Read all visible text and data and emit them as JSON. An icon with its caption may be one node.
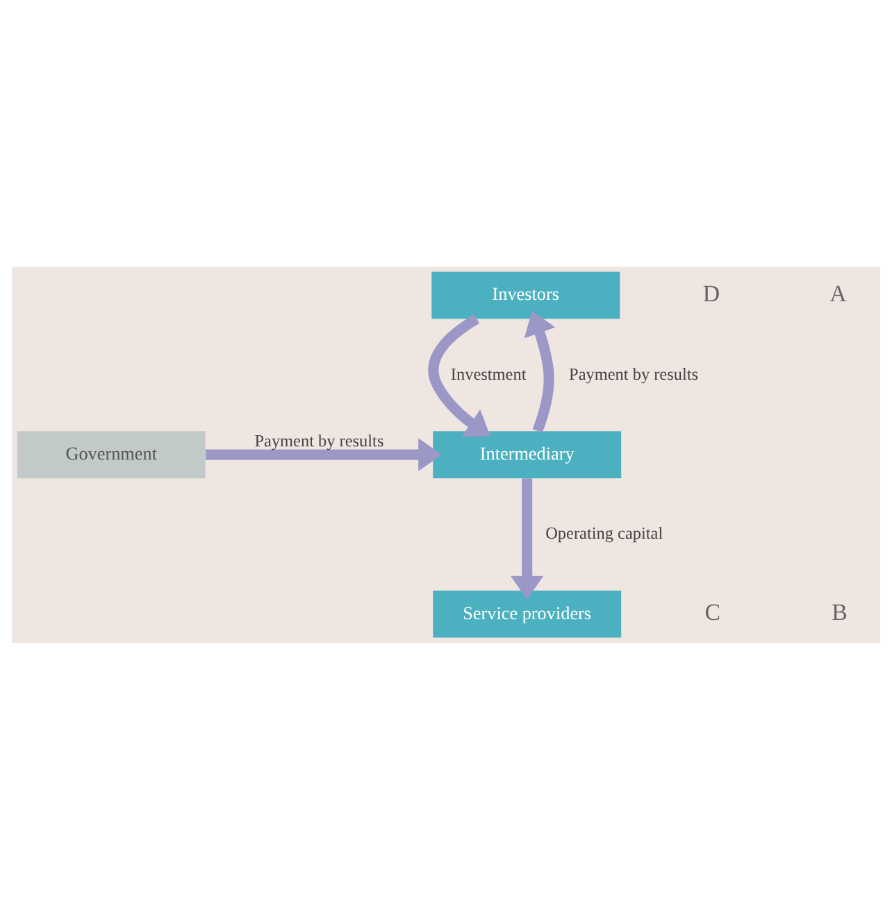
{
  "diagram": {
    "nodes": [
      {
        "text": [
          "Investors"
        ]
      },
      {
        "text": [
          "Government"
        ]
      },
      {
        "text": [
          "Intermediary"
        ]
      },
      {
        "text": [
          "Service providers"
        ]
      }
    ],
    "edges": [
      {
        "from": 0,
        "to": 2,
        "arrow": "to",
        "label": "Investment"
      },
      {
        "from": 2,
        "to": 0,
        "arrow": "to",
        "label": "Payment by results"
      },
      {
        "from": 1,
        "to": 2,
        "arrow": "to",
        "label": "Payment by results"
      },
      {
        "from": 2,
        "to": 3,
        "arrow": "to",
        "label": "Operating capital"
      }
    ],
    "labels": [
      "D",
      "A",
      "C",
      "B"
    ]
  }
}
